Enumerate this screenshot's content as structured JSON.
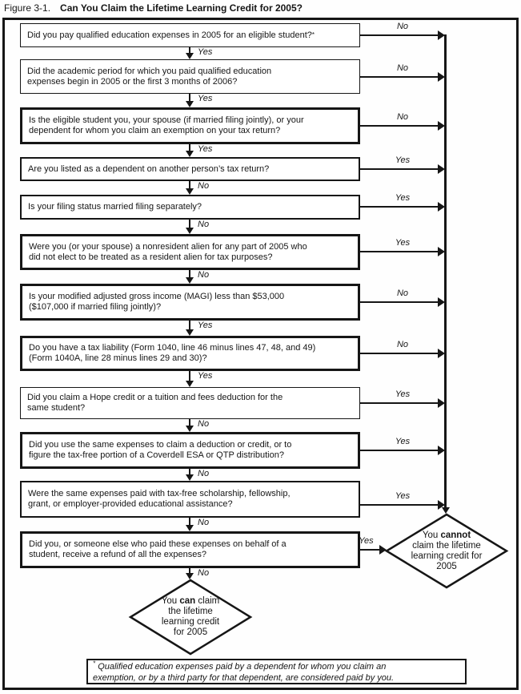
{
  "title": {
    "figure": "Figure 3-1.",
    "text": "Can You Claim the Lifetime Learning Credit for 2005?"
  },
  "questions": [
    {
      "label": "Did you pay qualified education expenses in 2005 for an eligible student?",
      "asterisk": "*",
      "side_label": "No",
      "down_label": "Yes"
    },
    {
      "label": "Did the academic period for which you paid qualified education\nexpenses begin in 2005 or the first 3 months of 2006?",
      "side_label": "No",
      "down_label": "Yes"
    },
    {
      "label": "Is the eligible student you, your spouse (if married filing jointly), or your\ndependent for whom you claim an exemption on your tax return?",
      "side_label": "No",
      "down_label": "Yes"
    },
    {
      "label": "Are you listed as a dependent on another person’s tax return?",
      "side_label": "Yes",
      "down_label": "No"
    },
    {
      "label": "Is your filing status married filing separately?",
      "side_label": "Yes",
      "down_label": "No"
    },
    {
      "label": "Were you (or your spouse) a nonresident alien for any part of 2005 who\ndid not elect to be treated as a resident alien for tax purposes?",
      "side_label": "Yes",
      "down_label": "No"
    },
    {
      "label": "Is your modified adjusted gross income (MAGI) less than $53,000\n($107,000 if married filing jointly)?",
      "side_label": "No",
      "down_label": "Yes"
    },
    {
      "label": "Do you have a tax liability (Form 1040, line 46 minus lines 47, 48, and 49)\n(Form 1040A, line 28 minus lines 29 and 30)?",
      "side_label": "No",
      "down_label": "Yes"
    },
    {
      "label": "Did you claim a Hope credit or a tuition and fees deduction for the\nsame student?",
      "side_label": "Yes",
      "down_label": "No"
    },
    {
      "label": "Did you use the same expenses to claim a deduction or credit, or to\nfigure the tax-free portion of a Coverdell ESA or QTP distribution?",
      "side_label": "Yes",
      "down_label": "No"
    },
    {
      "label": "Were the same expenses paid with tax-free scholarship, fellowship,\ngrant, or employer-provided educational assistance?",
      "side_label": "Yes",
      "down_label": "No"
    },
    {
      "label": "Did you, or someone else who paid these expenses on behalf of a\nstudent, receive a refund of all the expenses?",
      "side_label": "Yes",
      "down_label": "No"
    }
  ],
  "outcomes": {
    "cannot": {
      "pre": "You ",
      "bold": "cannot",
      "post": "\nclaim the lifetime\nlearning credit for\n2005"
    },
    "can": {
      "pre": "You ",
      "bold": "can",
      "post": " claim\nthe lifetime\nlearning credit\nfor 2005"
    }
  },
  "footnote": {
    "marker": "*",
    "text": "Qualified education expenses paid by a dependent for whom you claim an\nexemption, or by a third party for that dependent, are considered paid by you."
  },
  "colors": {
    "ink": "#161616",
    "background": "#ffffff"
  }
}
